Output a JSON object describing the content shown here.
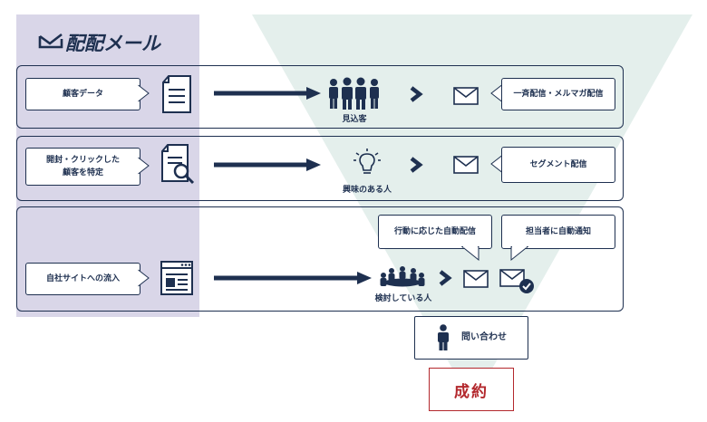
{
  "logo": {
    "text": "配配メール"
  },
  "rows": [
    {
      "source_label": "顧客データ",
      "target_caption": "見込客",
      "delivery_label": "一斉配信・メルマガ配信"
    },
    {
      "source_label_line1": "開封・クリックした",
      "source_label_line2": "顧客を特定",
      "target_caption": "興味のある人",
      "delivery_label": "セグメント配信"
    },
    {
      "source_label": "自社サイトへの流入",
      "target_caption": "検討している人",
      "delivery_label": "行動に応じた自動配信",
      "notify_label": "担当者に自動通知"
    }
  ],
  "inquiry": {
    "label": "問い合わせ"
  },
  "result": {
    "label": "成約"
  },
  "colors": {
    "navy": "#1e3050",
    "panel": "#d9d6e8",
    "funnel": "#e4efec",
    "result": "#b3282d"
  }
}
